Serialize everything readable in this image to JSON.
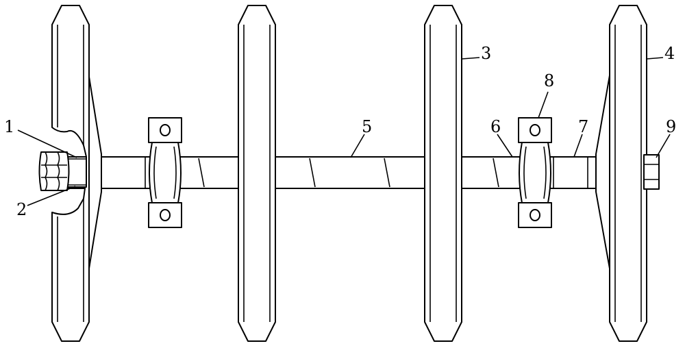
{
  "callouts": {
    "c1": "1",
    "c2": "2",
    "c3": "3",
    "c4": "4",
    "c5": "5",
    "c6": "6",
    "c7": "7",
    "c8": "8",
    "c9": "9"
  },
  "colors": {
    "stroke": "#000000",
    "background": "#ffffff"
  }
}
